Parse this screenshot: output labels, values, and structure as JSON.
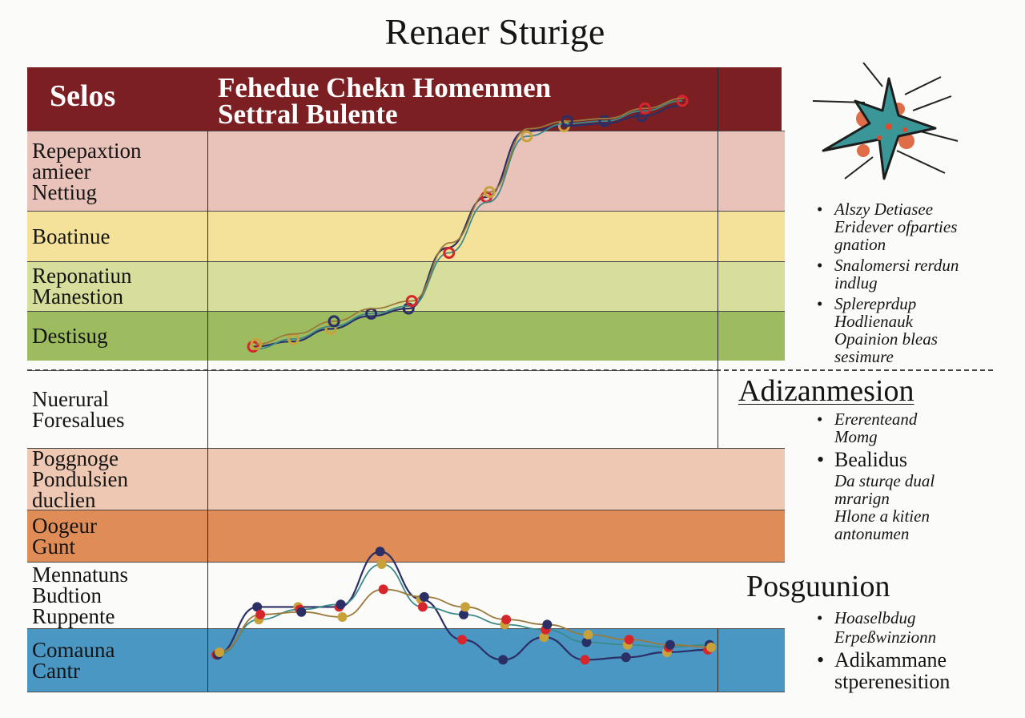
{
  "title": "Renaer Sturige",
  "header": {
    "left": "Selos",
    "main": "Fehedue Chekn  Homenmen\nSettral Bulente"
  },
  "bands_top": [
    {
      "label": "Repepaxtion\namieer\nNettiug",
      "color": "#e9c3b9"
    },
    {
      "label": "Boatinue",
      "color": "#f4e29a"
    },
    {
      "label": "Reponatiun\nManestion",
      "color": "#d7dd9a"
    },
    {
      "label": "Destisug",
      "color": "#9dbc60"
    }
  ],
  "bands_bottom": [
    {
      "label": "Nuerural\nForesalues",
      "color": "#fbfbf9"
    },
    {
      "label": "Poggnoge\nPondulsien\nduclien",
      "color": "#efc8b3"
    },
    {
      "label": "Oogeur\nGunt",
      "color": "#df8c56"
    },
    {
      "label": "Mennatuns\nBudtion\nRuppente",
      "color": "#fbfbf9"
    },
    {
      "label": "Comauna\nCantr",
      "color": "#4a97c4"
    }
  ],
  "side_top": [
    {
      "text": "Alszy Detiasee\nEridever ofparties\ngnation"
    },
    {
      "text": "Snalomersi rerdun\nindlug"
    },
    {
      "text": "Splereprdup\nHodlienauk\nOpainion bleas\nsesimure"
    }
  ],
  "section1": {
    "heading": "Adizanmesion",
    "items": [
      {
        "text": "Ererenteand\nMomg",
        "kind": "item"
      },
      {
        "text": "Bealidus",
        "kind": "big"
      },
      {
        "text": "Da sturqe dual\nmrarign\nHlone a kitien\nantonumen",
        "kind": "sub"
      }
    ]
  },
  "section2": {
    "heading": "Posguunion",
    "items": [
      {
        "text": "Hoaselbdug",
        "kind": "item"
      },
      {
        "text": "Erpeßwinzionn",
        "kind": "sub"
      },
      {
        "text": "Adikammane\nstperenesition",
        "kind": "big"
      }
    ]
  },
  "icon": "star-burst-icon",
  "colors": {
    "header": "#7b1f23",
    "line_dark": "#2b2f66",
    "line_teal": "#3d8a8a",
    "line_olive": "#9a7a3c",
    "line_gold": "#c9a13a",
    "marker_red": "#d7262b"
  },
  "chart_data": [
    {
      "type": "line",
      "title": "",
      "x": [
        0,
        1,
        2,
        3,
        4,
        5,
        6,
        7,
        8,
        9,
        10,
        11
      ],
      "series": [
        {
          "values": [
            0.3,
            0.5,
            1.0,
            1.5,
            1.8,
            4.2,
            6.2,
            8.8,
            9.0,
            9.1,
            9.4,
            9.8
          ]
        },
        {
          "values": [
            0.2,
            0.6,
            1.1,
            1.6,
            1.9,
            4.0,
            6.0,
            8.6,
            9.1,
            9.2,
            9.6,
            10.0
          ]
        },
        {
          "values": [
            0.4,
            0.8,
            1.3,
            1.8,
            2.1,
            4.4,
            6.4,
            8.9,
            9.2,
            9.3,
            9.7,
            10.1
          ]
        }
      ],
      "ylim": [
        0,
        10.5
      ],
      "grid": false
    },
    {
      "type": "line",
      "title": "",
      "x": [
        0,
        1,
        2,
        3,
        4,
        5,
        6,
        7,
        8,
        9,
        10,
        11,
        12
      ],
      "series": [
        {
          "values": [
            2.0,
            3.9,
            3.9,
            3.9,
            6.1,
            4.2,
            2.6,
            1.8,
            2.7,
            1.8,
            1.9,
            2.1,
            2.2
          ]
        },
        {
          "values": [
            2.0,
            3.4,
            3.8,
            4.0,
            5.6,
            3.9,
            3.6,
            3.2,
            3.0,
            2.5,
            2.4,
            2.3,
            2.4
          ]
        },
        {
          "values": [
            2.1,
            3.6,
            3.7,
            3.5,
            4.6,
            4.3,
            3.9,
            3.4,
            3.2,
            2.8,
            2.6,
            2.4,
            2.3
          ]
        }
      ],
      "ylim": [
        0,
        7
      ],
      "grid": false
    }
  ]
}
